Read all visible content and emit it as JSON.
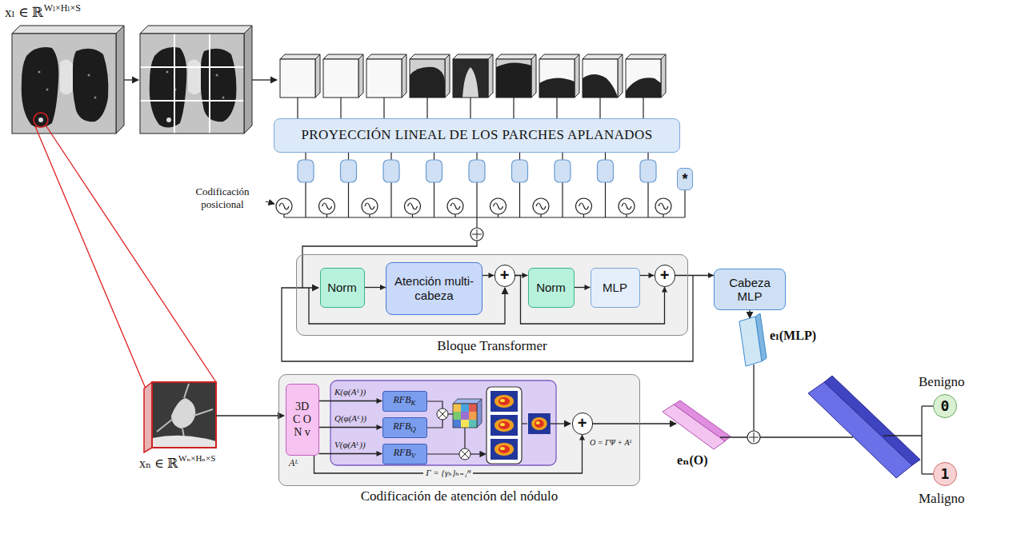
{
  "diagram": {
    "nodes": [
      {
        "text": [
          "PROYECCIÓN LINEAL DE LOS PARCHES APLANADOS"
        ]
      },
      {
        "text": [
          "*"
        ]
      },
      {
        "text": [
          "Bloque Transformer"
        ]
      },
      {
        "text": [
          "Norm"
        ],
        "in": 2
      },
      {
        "text": [
          "Atención multi-cabeza"
        ],
        "in": 2
      },
      {
        "text": [
          "+"
        ],
        "in": 2
      },
      {
        "text": [
          "Norm"
        ],
        "in": 2
      },
      {
        "text": [
          "MLP"
        ],
        "in": 2
      },
      {
        "text": [
          "+"
        ],
        "in": 2
      },
      {
        "text": [
          "Cabeza MLP"
        ]
      },
      {
        "text": [
          "Codificación de atención del nódulo"
        ]
      },
      {
        "text": [
          "3D C O N v"
        ],
        "in": 10
      },
      {
        "text": [
          "RFB",
          "K"
        ],
        "in": 10
      },
      {
        "text": [
          "RFB",
          "Q"
        ],
        "in": 10
      },
      {
        "text": [
          "RFB",
          "V"
        ],
        "in": 10
      },
      {
        "text": [
          "+"
        ],
        "in": 10
      },
      {
        "text": [
          "0"
        ]
      },
      {
        "text": [
          "1"
        ]
      }
    ],
    "edges": [
      {
        "from": 3,
        "to": 4,
        "arrow": "to"
      },
      {
        "from": 4,
        "to": 5,
        "arrow": "to"
      },
      {
        "from": 5,
        "to": 6,
        "arrow": "to"
      },
      {
        "from": 6,
        "to": 7,
        "arrow": "to"
      },
      {
        "from": 7,
        "to": 8,
        "arrow": "to"
      },
      {
        "from": 5,
        "to": 8,
        "arrow": "to"
      },
      {
        "from": 8,
        "to": 9,
        "arrow": "to"
      },
      {
        "from": 11,
        "to": 12,
        "arrow": "to"
      },
      {
        "from": 11,
        "to": 13,
        "arrow": "to"
      },
      {
        "from": 11,
        "to": 14,
        "arrow": "to"
      },
      {
        "from": 11,
        "to": 15,
        "label": "Γ = {γₕ}ₕ₌₁ᴴ",
        "arrow": "to"
      }
    ],
    "labels": [
      "xₗ ∈ ℝ",
      "Wₗ×Hₗ×S",
      "Codificación posicional",
      "eₗ(MLP)",
      "K(φ(Aᴸ))",
      "Q(φ(Aᴸ))",
      "V(φ(Aᴸ))",
      "Aᴸ",
      "O = ΓΨ + Aᴸ",
      "xₙ ∈ ℝ",
      "Wₙ×Hₙ×S",
      "eₙ(O)",
      "Benigno",
      "Maligno"
    ]
  }
}
